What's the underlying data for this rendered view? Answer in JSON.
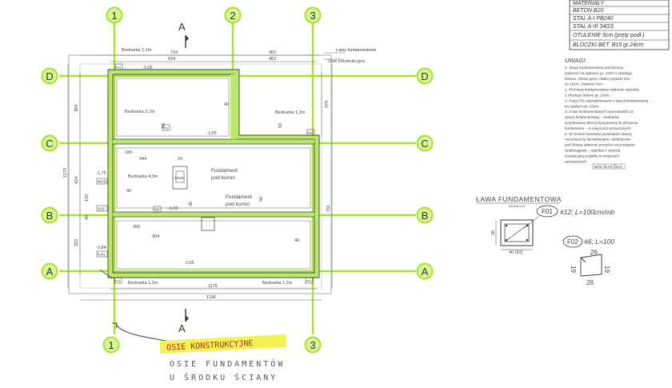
{
  "colors": {
    "axis_green": "#a6e22a",
    "axis_green_dark": "#5fae1a",
    "wall_green": "#b9e86a",
    "highlight_yellow": "#f2ef3a",
    "ink": "#333333"
  },
  "grid_axes": {
    "vertical": [
      "1",
      "2",
      "3"
    ],
    "horizontal": [
      "D",
      "C",
      "B",
      "A"
    ]
  },
  "section_marker": "A",
  "dimensions": {
    "top_734": "734",
    "top_462a": "462",
    "top_694": "694",
    "top_462b": "462",
    "bottom_1176": "1176",
    "bottom_1196": "1196",
    "left_1170": "1170",
    "left_424": "424",
    "left_322": "322",
    "left_384": "384",
    "left_150": "150",
    "left_40": "40",
    "right_379": "379",
    "right_781": "781",
    "d_344": "344",
    "d_180": "180",
    "d_24": "24",
    "d_260": "260",
    "d_504": "504",
    "d_40a": "40",
    "d_40b": "40",
    "d_40c": "40",
    "d_50a": "50",
    "d_50b": "50",
    "d_50c": "50",
    "d_30": "30"
  },
  "labels": {
    "lawy_fund": "Lawy fundamentowe",
    "osie_konstr": "Osie konstrukcyjne",
    "bednarka_12a": "Bednarka 1,2m",
    "bednarka_27": "Bednarka 2,7m",
    "bednarka_12b": "Bednarka 1,2m",
    "bednarka_43": "Bednarka 4,3m",
    "bednarka_12c": "Bednarka 1,2m",
    "bednarka_12d": "Bednarka 1,2m",
    "fundament_komin_1": "Fundament",
    "fundament_komin_2": "pod komin",
    "fundament_komin_3": "Fundament",
    "fundament_komin_4": "pod komin",
    "lvl_105a": "-1,05",
    "lvl_105b": "-1,05",
    "lvl_105c": "-1,05",
    "lvl_105d": "-1,05",
    "lvl_105e": "-1,05",
    "lvl_175": "-1,75",
    "lvl_084": "-0,84",
    "tag_wod": "WOD",
    "tag_ele": "ELE",
    "tag_kan": "KAN",
    "tag_f01": "F01",
    "tag_f02": "F02",
    "chimney_dim": "10/20"
  },
  "materials": {
    "rows": [
      "MATERIAŁY",
      "BETON B20",
      "STAL A-I PB240",
      "STAL A-III 34GS",
      "OTULENIE 5cm (pręty podł.)",
      "BLOCZKI BET. B15 gr.24cm"
    ]
  },
  "notes": {
    "title": "UWAGI:",
    "lines": [
      "1. Stopy fundamentowe pod kominy",
      "wykonać na wylewce gr. 10cm z chudego",
      "betonu. Zbroić górą i dołem prętami #12",
      "co 15cm, Otulenie 5cm.",
      "2. Pod ławy fundamentowe wykonać wylewkę",
      "z chudego betonu gr. 10cm.",
      "3. Pręty F01 zaprojektowano z ławą fundamentową",
      "na zakład min. 60cm.",
      "4. Z ław fundamentowych wyprowadzić 2x",
      "uziom fundamentowy – bednarką",
      "ocynkowaną 30x3 przyspawaną do zbrojenia",
      "fundamentu – w miejscach oznaczonych",
      "5. W ścianie frontowej pozostawić otwory",
      "na przepusty kanalizacyjne i elektryczne,",
      "pod ścianą wykonać przejście na przyłącze",
      "wodociągowe – zgodnie z częścią",
      "instalacyjną projektu w miejscach",
      "oznaczonych:"
    ],
    "codes": [
      "WOD",
      "KAN",
      "ELE"
    ]
  },
  "footing_detail": {
    "title": "ŁAWA FUNDAMENTOWA",
    "scale": "SKALA 1:20",
    "f01_spec": "#12; L=100cm/mb",
    "f02_spec": "#6; L=100",
    "width_label": "40 (50)",
    "height_label": "30",
    "dims": [
      "26",
      "19",
      "19",
      "26"
    ]
  },
  "handwriting": {
    "line1": "OSIE KONSTRUKCYJNE",
    "line2": "OSIE FUNDAMENTÓW",
    "line3": "U ŚRODKU ŚCIANY"
  }
}
